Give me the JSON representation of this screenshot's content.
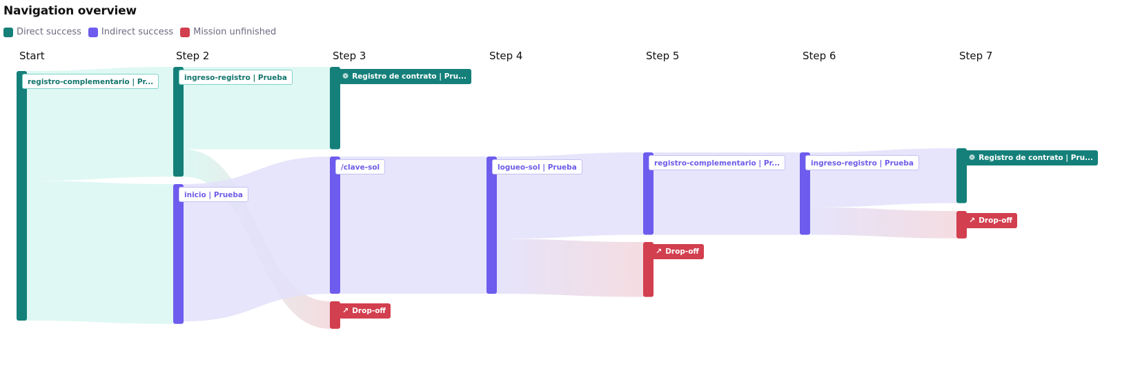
{
  "title": "Navigation overview",
  "legend": [
    {
      "label": "Direct success",
      "color": "#15807a"
    },
    {
      "label": "Indirect success",
      "color": "#6d5ced"
    },
    {
      "label": "Mission unfinished",
      "color": "#d23f4e"
    }
  ],
  "chart_data": {
    "type": "sankey",
    "steps": [
      "Start",
      "Step 2",
      "Step 3",
      "Step 4",
      "Step 5",
      "Step 6",
      "Step 7"
    ],
    "nodes": [
      {
        "id": "n1",
        "step": 0,
        "label": "registro-complementario | Pr...",
        "kind": "direct",
        "share": 1.0
      },
      {
        "id": "n2",
        "step": 1,
        "label": "ingreso-registro | Prueba",
        "kind": "direct",
        "share": 0.44
      },
      {
        "id": "n3",
        "step": 1,
        "label": "inicio | Prueba",
        "kind": "indirect",
        "share": 0.56
      },
      {
        "id": "n4",
        "step": 2,
        "label": "Registro de contrato | Pru...",
        "kind": "goal",
        "share": 0.33
      },
      {
        "id": "n5",
        "step": 2,
        "label": "/clave-sol",
        "kind": "indirect",
        "share": 0.55
      },
      {
        "id": "n6",
        "step": 2,
        "label": "Drop-off",
        "kind": "drop",
        "share": 0.11
      },
      {
        "id": "n7",
        "step": 3,
        "label": "logueo-sol | Prueba",
        "kind": "indirect",
        "share": 0.55
      },
      {
        "id": "n8",
        "step": 4,
        "label": "registro-complementario | Pr...",
        "kind": "indirect",
        "share": 0.33
      },
      {
        "id": "n9",
        "step": 4,
        "label": "Drop-off",
        "kind": "drop",
        "share": 0.22
      },
      {
        "id": "n10",
        "step": 5,
        "label": "ingreso-registro | Prueba",
        "kind": "indirect",
        "share": 0.33
      },
      {
        "id": "n11",
        "step": 6,
        "label": "Registro de contrato | Pru...",
        "kind": "goal",
        "share": 0.22
      },
      {
        "id": "n12",
        "step": 6,
        "label": "Drop-off",
        "kind": "drop",
        "share": 0.11
      }
    ],
    "links": [
      {
        "source": "n1",
        "target": "n2",
        "share": 0.44,
        "kind": "direct"
      },
      {
        "source": "n1",
        "target": "n3",
        "share": 0.56,
        "kind": "direct"
      },
      {
        "source": "n2",
        "target": "n4",
        "share": 0.33,
        "kind": "direct"
      },
      {
        "source": "n2",
        "target": "n6",
        "share": 0.11,
        "kind": "drop"
      },
      {
        "source": "n3",
        "target": "n5",
        "share": 0.55,
        "kind": "indirect"
      },
      {
        "source": "n5",
        "target": "n7",
        "share": 0.55,
        "kind": "indirect"
      },
      {
        "source": "n7",
        "target": "n8",
        "share": 0.33,
        "kind": "indirect"
      },
      {
        "source": "n7",
        "target": "n9",
        "share": 0.22,
        "kind": "drop"
      },
      {
        "source": "n8",
        "target": "n10",
        "share": 0.33,
        "kind": "indirect"
      },
      {
        "source": "n10",
        "target": "n11",
        "share": 0.22,
        "kind": "indirect"
      },
      {
        "source": "n10",
        "target": "n12",
        "share": 0.11,
        "kind": "drop"
      }
    ]
  },
  "icons": {
    "goal": "trophy-icon",
    "drop": "drop-off-icon"
  }
}
